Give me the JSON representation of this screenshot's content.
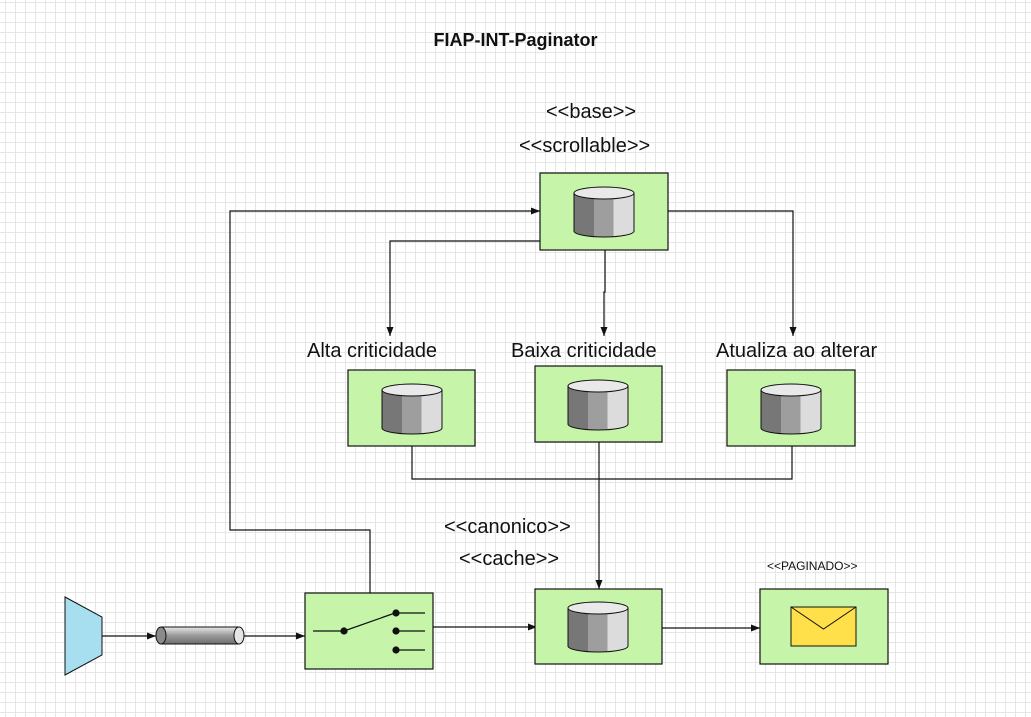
{
  "title": "FIAP-INT-Paginator",
  "base_node": {
    "stereotype_1": "<<base>>",
    "stereotype_2": "<<scrollable>>"
  },
  "store_nodes": [
    {
      "label": "Alta criticidade"
    },
    {
      "label": "Baixa criticidade"
    },
    {
      "label": "Atualiza ao alterar"
    }
  ],
  "canonical_node": {
    "stereotype_1": "<<canonico>>",
    "stereotype_2": "<<cache>>"
  },
  "output_node": {
    "stereotype": "<<PAGINADO>>"
  },
  "colors": {
    "node_fill": "#c6f5aa",
    "node_border": "#111111",
    "cylinder_gray": "#b5b5b5",
    "envelope_fill": "#ffe04a",
    "source_fill": "#a7dff0",
    "channel_gray": "#a8a8a8"
  },
  "icons": [
    "database-cylinder-icon",
    "router-switch-icon",
    "envelope-icon",
    "message-channel-icon",
    "message-source-icon"
  ]
}
